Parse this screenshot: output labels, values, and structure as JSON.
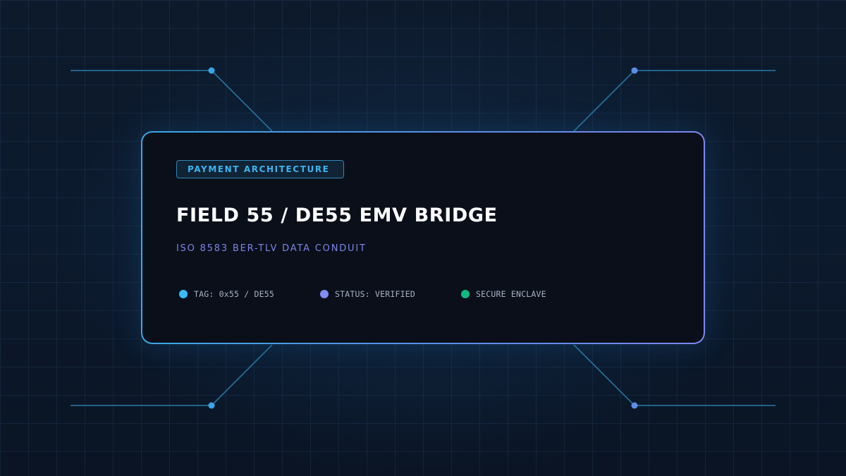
{
  "card": {
    "category_tag": "PAYMENT ARCHITECTURE",
    "title": "FIELD 55 / DE55 EMV BRIDGE",
    "subtitle": "ISO 8583 BER-TLV DATA CONDUIT",
    "status_items": [
      {
        "label": "TAG: 0x55 / DE55",
        "color": "#38bdf8"
      },
      {
        "label": "STATUS: VERIFIED",
        "color": "#818cf8"
      },
      {
        "label": "SECURE ENCLAVE",
        "color": "#10b981"
      }
    ]
  },
  "colors": {
    "accent_cyan": "#3cb4ee",
    "accent_indigo": "#7b86e6",
    "card_background": "#0a0f1a",
    "page_background": "#0b1526"
  }
}
